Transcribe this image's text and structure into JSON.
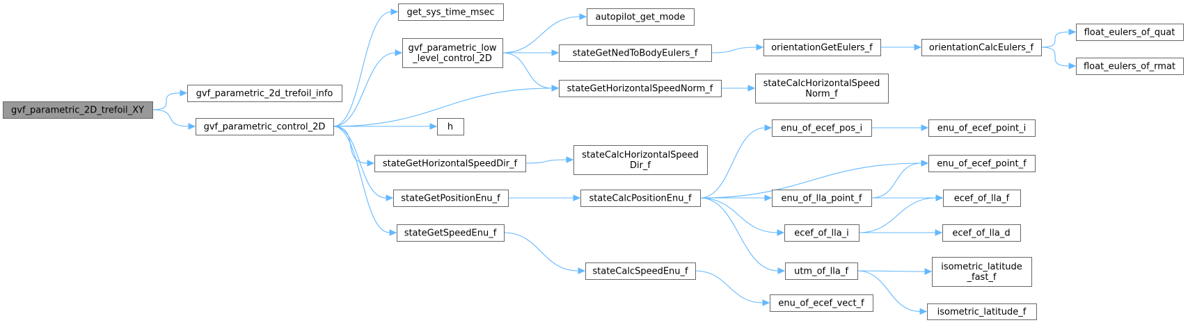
{
  "colors": {
    "edge": "#63b8ff",
    "node_border": "#666666",
    "root_fill": "#999999",
    "node_fill": "#ffffff"
  },
  "nodes": [
    {
      "id": "root",
      "lines": [
        "gvf_parametric_2D_trefoil_XY"
      ],
      "root": true
    },
    {
      "id": "trefoil_info",
      "lines": [
        "gvf_parametric_2d_trefoil_info"
      ]
    },
    {
      "id": "control_2D",
      "lines": [
        "gvf_parametric_control_2D"
      ]
    },
    {
      "id": "get_sys_time",
      "lines": [
        "get_sys_time_msec"
      ]
    },
    {
      "id": "low_level",
      "lines": [
        "gvf_parametric_low",
        "_level_control_2D"
      ]
    },
    {
      "id": "h",
      "lines": [
        "h"
      ]
    },
    {
      "id": "hspeed_dir",
      "lines": [
        "stateGetHorizontalSpeedDir_f"
      ]
    },
    {
      "id": "pos_enu",
      "lines": [
        "stateGetPositionEnu_f"
      ]
    },
    {
      "id": "speed_enu",
      "lines": [
        "stateGetSpeedEnu_f"
      ]
    },
    {
      "id": "ap_mode",
      "lines": [
        "autopilot_get_mode"
      ]
    },
    {
      "id": "ned_eulers",
      "lines": [
        "stateGetNedToBodyEulers_f"
      ]
    },
    {
      "id": "hspeed_norm",
      "lines": [
        "stateGetHorizontalSpeedNorm_f"
      ]
    },
    {
      "id": "calc_hspeed_dir",
      "lines": [
        "stateCalcHorizontalSpeed",
        "Dir_f"
      ]
    },
    {
      "id": "calc_pos_enu",
      "lines": [
        "stateCalcPositionEnu_f"
      ]
    },
    {
      "id": "calc_speed_enu",
      "lines": [
        "stateCalcSpeedEnu_f"
      ]
    },
    {
      "id": "orient_get",
      "lines": [
        "orientationGetEulers_f"
      ]
    },
    {
      "id": "calc_hspeed_norm",
      "lines": [
        "stateCalcHorizontalSpeed",
        "Norm_f"
      ]
    },
    {
      "id": "enu_ecef_pos_i",
      "lines": [
        "enu_of_ecef_pos_i"
      ]
    },
    {
      "id": "enu_lla_point_f",
      "lines": [
        "enu_of_lla_point_f"
      ]
    },
    {
      "id": "ecef_lla_i",
      "lines": [
        "ecef_of_lla_i"
      ]
    },
    {
      "id": "utm_lla_f",
      "lines": [
        "utm_of_lla_f"
      ]
    },
    {
      "id": "enu_ecef_vect_f",
      "lines": [
        "enu_of_ecef_vect_f"
      ]
    },
    {
      "id": "orient_calc",
      "lines": [
        "orientationCalcEulers_f"
      ]
    },
    {
      "id": "enu_ecef_point_i",
      "lines": [
        "enu_of_ecef_point_i"
      ]
    },
    {
      "id": "enu_ecef_point_f",
      "lines": [
        "enu_of_ecef_point_f"
      ]
    },
    {
      "id": "ecef_lla_f",
      "lines": [
        "ecef_of_lla_f"
      ]
    },
    {
      "id": "ecef_lla_d",
      "lines": [
        "ecef_of_lla_d"
      ]
    },
    {
      "id": "iso_lat_fast",
      "lines": [
        "isometric_latitude",
        "_fast_f"
      ]
    },
    {
      "id": "iso_lat_f",
      "lines": [
        "isometric_latitude_f"
      ]
    },
    {
      "id": "eulers_quat",
      "lines": [
        "float_eulers_of_quat"
      ]
    },
    {
      "id": "eulers_rmat",
      "lines": [
        "float_eulers_of_rmat"
      ]
    }
  ],
  "edges": [
    [
      "root",
      "trefoil_info"
    ],
    [
      "root",
      "control_2D"
    ],
    [
      "control_2D",
      "get_sys_time"
    ],
    [
      "control_2D",
      "low_level"
    ],
    [
      "control_2D",
      "hspeed_norm"
    ],
    [
      "control_2D",
      "h"
    ],
    [
      "control_2D",
      "hspeed_dir"
    ],
    [
      "control_2D",
      "pos_enu"
    ],
    [
      "control_2D",
      "speed_enu"
    ],
    [
      "low_level",
      "ap_mode"
    ],
    [
      "low_level",
      "ned_eulers"
    ],
    [
      "low_level",
      "hspeed_norm"
    ],
    [
      "ned_eulers",
      "orient_get"
    ],
    [
      "orient_get",
      "orient_calc"
    ],
    [
      "orient_calc",
      "eulers_quat"
    ],
    [
      "orient_calc",
      "eulers_rmat"
    ],
    [
      "hspeed_norm",
      "calc_hspeed_norm"
    ],
    [
      "hspeed_dir",
      "calc_hspeed_dir"
    ],
    [
      "pos_enu",
      "calc_pos_enu"
    ],
    [
      "speed_enu",
      "calc_speed_enu"
    ],
    [
      "calc_speed_enu",
      "enu_ecef_vect_f"
    ],
    [
      "calc_pos_enu",
      "enu_ecef_pos_i"
    ],
    [
      "calc_pos_enu",
      "enu_ecef_point_f"
    ],
    [
      "calc_pos_enu",
      "enu_lla_point_f"
    ],
    [
      "calc_pos_enu",
      "ecef_lla_i"
    ],
    [
      "calc_pos_enu",
      "utm_lla_f"
    ],
    [
      "enu_ecef_pos_i",
      "enu_ecef_point_i"
    ],
    [
      "enu_lla_point_f",
      "enu_ecef_point_f"
    ],
    [
      "enu_lla_point_f",
      "ecef_lla_f"
    ],
    [
      "ecef_lla_i",
      "ecef_lla_f"
    ],
    [
      "ecef_lla_i",
      "ecef_lla_d"
    ],
    [
      "utm_lla_f",
      "iso_lat_fast"
    ],
    [
      "utm_lla_f",
      "iso_lat_f"
    ]
  ]
}
